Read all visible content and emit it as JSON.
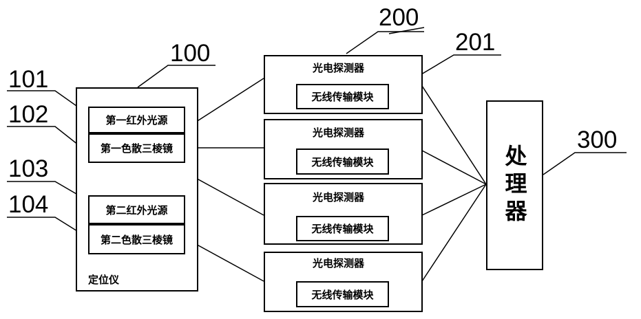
{
  "positioner": {
    "label": "定位仪",
    "sources": [
      {
        "ir_source": "第一红外光源",
        "prism": "第一色散三棱镜"
      },
      {
        "ir_source": "第二红外光源",
        "prism": "第二色散三棱镜"
      }
    ]
  },
  "detectors": [
    {
      "title": "光电探测器",
      "module": "无线传输模块"
    },
    {
      "title": "光电探测器",
      "module": "无线传输模块"
    },
    {
      "title": "光电探测器",
      "module": "无线传输模块"
    },
    {
      "title": "光电探测器",
      "module": "无线传输模块"
    }
  ],
  "processor": {
    "label": "处理器"
  },
  "refs": {
    "r100": "100",
    "r101": "101",
    "r102": "102",
    "r103": "103",
    "r104": "104",
    "r200": "200",
    "r201": "201",
    "r300": "300"
  }
}
